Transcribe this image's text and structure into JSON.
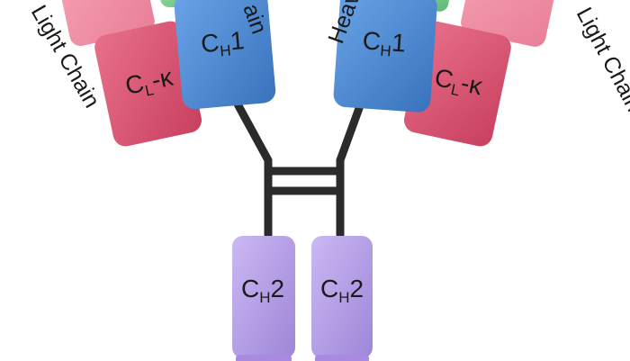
{
  "labels": {
    "light_chain_left": "Light Chain",
    "light_chain_right": "Light Chain",
    "heavy_chain_left_fragment": "ain",
    "heavy_chain_right_fragment": "Heav",
    "ch1_main": "C",
    "ch1_sub": "H",
    "ch1_tail": "1",
    "ch2_main": "C",
    "ch2_sub": "H",
    "ch2_tail": "2",
    "cl_main": "C",
    "cl_sub": "L",
    "cl_tail": "-κ"
  },
  "colors": {
    "ch1_blue": "#4a86cf",
    "cl_pink": "#d9536f",
    "ch2_purple": "#b29ae6",
    "upper_pink": "#f08aa2",
    "green_domain": "#7ccf8e",
    "linker_black": "#2b2b2b"
  }
}
